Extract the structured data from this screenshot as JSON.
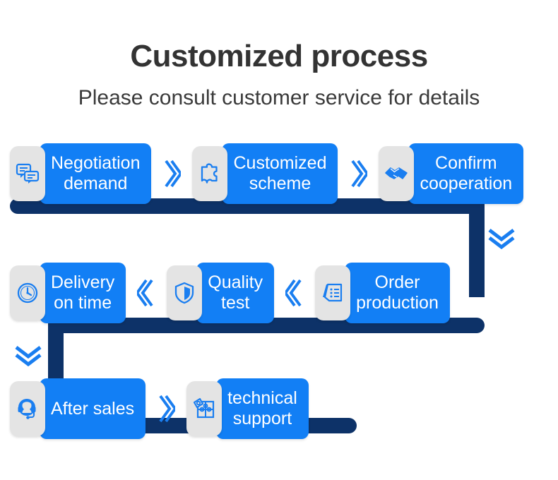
{
  "header": {
    "title": "Customized process",
    "subtitle": "Please consult customer service for details"
  },
  "colors": {
    "card_blue": "#127ff5",
    "rail_navy": "#0d3268",
    "icon_tile": "#e4e4e4",
    "chevron_blue": "#1a7ef0",
    "title_text": "#333333",
    "label_text": "#ffffff"
  },
  "flow": {
    "rows": [
      {
        "direction": "left-to-right",
        "separator_icon": "chevron-double-right-icon",
        "steps": [
          {
            "icon": "chat-bubbles-icon",
            "line1": "Negotiation",
            "line2": "demand"
          },
          {
            "icon": "puzzle-piece-icon",
            "line1": "Customized",
            "line2": "scheme"
          },
          {
            "icon": "handshake-icon",
            "line1": "Confirm",
            "line2": "cooperation"
          }
        ]
      },
      {
        "direction": "right-to-left",
        "separator_icon": "chevron-double-left-icon",
        "steps": [
          {
            "icon": "clock-icon",
            "line1": "Delivery",
            "line2": "on time"
          },
          {
            "icon": "shield-icon",
            "line1": "Quality",
            "line2": "test"
          },
          {
            "icon": "order-document-icon",
            "line1": "Order",
            "line2": "production"
          }
        ]
      },
      {
        "direction": "left-to-right",
        "separator_icon": "chevron-double-right-icon",
        "steps": [
          {
            "icon": "headset-support-icon",
            "line1": "After sales",
            "line2": ""
          },
          {
            "icon": "puzzle-grid-icon",
            "line1": "technical",
            "line2": "support"
          }
        ]
      }
    ],
    "row_connectors": [
      {
        "icon": "chevron-double-down-icon",
        "position": "right"
      },
      {
        "icon": "chevron-double-down-icon",
        "position": "left"
      }
    ]
  }
}
